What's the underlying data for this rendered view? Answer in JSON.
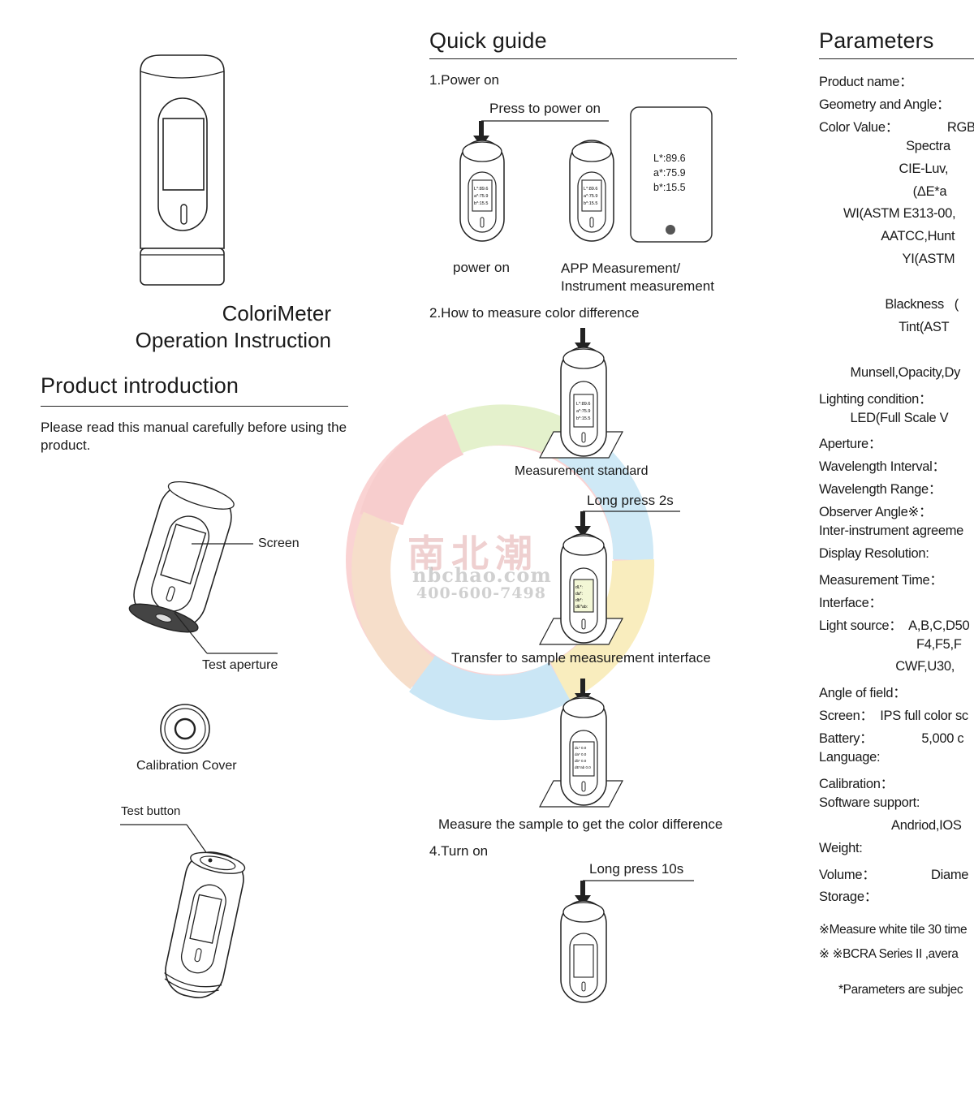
{
  "cover": {
    "title_line1": "ColoriMeter",
    "title_line2": "Operation Instruction"
  },
  "intro": {
    "heading": "Product introduction",
    "text": "Please read this manual carefully before using the product.",
    "label_screen": "Screen",
    "label_aperture": "Test aperture",
    "label_cover": "Calibration Cover",
    "label_button": "Test button"
  },
  "guide": {
    "heading": "Quick guide",
    "step1": "1.Power on",
    "press_power": "Press to power on",
    "power_on": "power on",
    "app_line1": "APP Measurement/",
    "app_line2": "Instrument measurement",
    "phone_readout": [
      "L*:89.6",
      "a*:75.9",
      "b*:15.5"
    ],
    "step2": "2.How to measure color difference",
    "measure_standard": "Measurement standard",
    "long_press_2s": "Long press 2s",
    "transfer": "Transfer to sample measurement interface",
    "measure_sample": "Measure the sample to get the color difference",
    "step4": "4.Turn on",
    "long_press_10s": "Long press 10s"
  },
  "watermark": {
    "cn": "南北潮",
    "en": "nbchao.com",
    "phone": "400-600-7498"
  },
  "parameters": {
    "heading": "Parameters",
    "rows": [
      "Product name：",
      "Geometry and Angle：",
      "Color Value：              RGB",
      "                         Spectra",
      "                       CIE-Luv,",
      "                           (ΔE*a",
      "       WI(ASTM E313-00,",
      "                  AATCC,Hunt",
      "                        YI(ASTM",
      "",
      "                   Blackness   (",
      "                       Tint(AST",
      "",
      "         Munsell,Opacity,Dy",
      "Lighting condition：",
      "         LED(Full Scale V",
      "Aperture：",
      "Wavelength Interval：",
      "Wavelength Range：",
      "Observer Angle※：",
      "Inter-instrument agreeme",
      "Display Resolution:",
      "Measurement Time：",
      "Interface：",
      "Light source：  A,B,C,D50",
      "                            F4,F5,F",
      "                      CWF,U30,",
      "Angle of field：",
      "Screen：  IPS full color sc",
      "Battery：              5,000 c",
      "Language:",
      "Calibration：",
      "Software support:",
      "                     Andriod,IOS",
      "Weight:",
      "Volume：                Diame",
      "Storage："
    ],
    "notes": [
      "※Measure white tile 30 time",
      "※ ※BCRA Series II ,avera"
    ],
    "footer": "*Parameters are subjec"
  }
}
